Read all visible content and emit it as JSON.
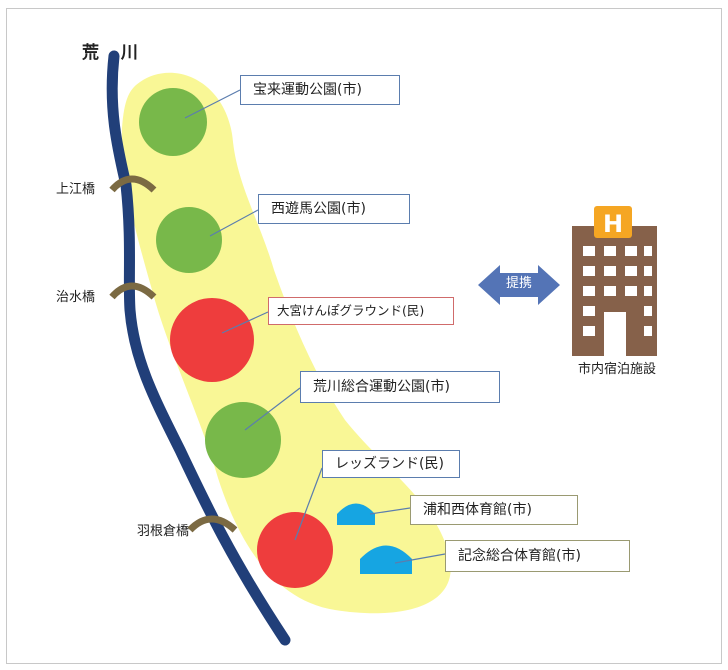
{
  "river": {
    "name": "荒 川"
  },
  "bridges": [
    "上江橋",
    "治水橋",
    "羽根倉橋"
  ],
  "facilities": [
    {
      "label": "宝来運動公園(市)",
      "type": "park"
    },
    {
      "label": "西遊馬公園(市)",
      "type": "park"
    },
    {
      "label": "大宮けんぽグラウンド(民)",
      "type": "private-ground"
    },
    {
      "label": "荒川総合運動公園(市)",
      "type": "park"
    },
    {
      "label": "レッズランド(民)",
      "type": "private-ground"
    },
    {
      "label": "浦和西体育館(市)",
      "type": "gymnasium"
    },
    {
      "label": "記念総合体育館(市)",
      "type": "gymnasium"
    }
  ],
  "partnership": {
    "label": "提携"
  },
  "hotel": {
    "sign": "H",
    "label": "市内宿泊施設"
  },
  "colors": {
    "zone": "#f9f796",
    "river": "#213f79",
    "park": "#78b84a",
    "private_ground": "#ee3d3d",
    "gymnasium": "#16a5e2",
    "bridge": "#7b6a43",
    "arrow": "#5474b6",
    "hotel_building": "#86614a",
    "hotel_sign": "#f5a623"
  }
}
